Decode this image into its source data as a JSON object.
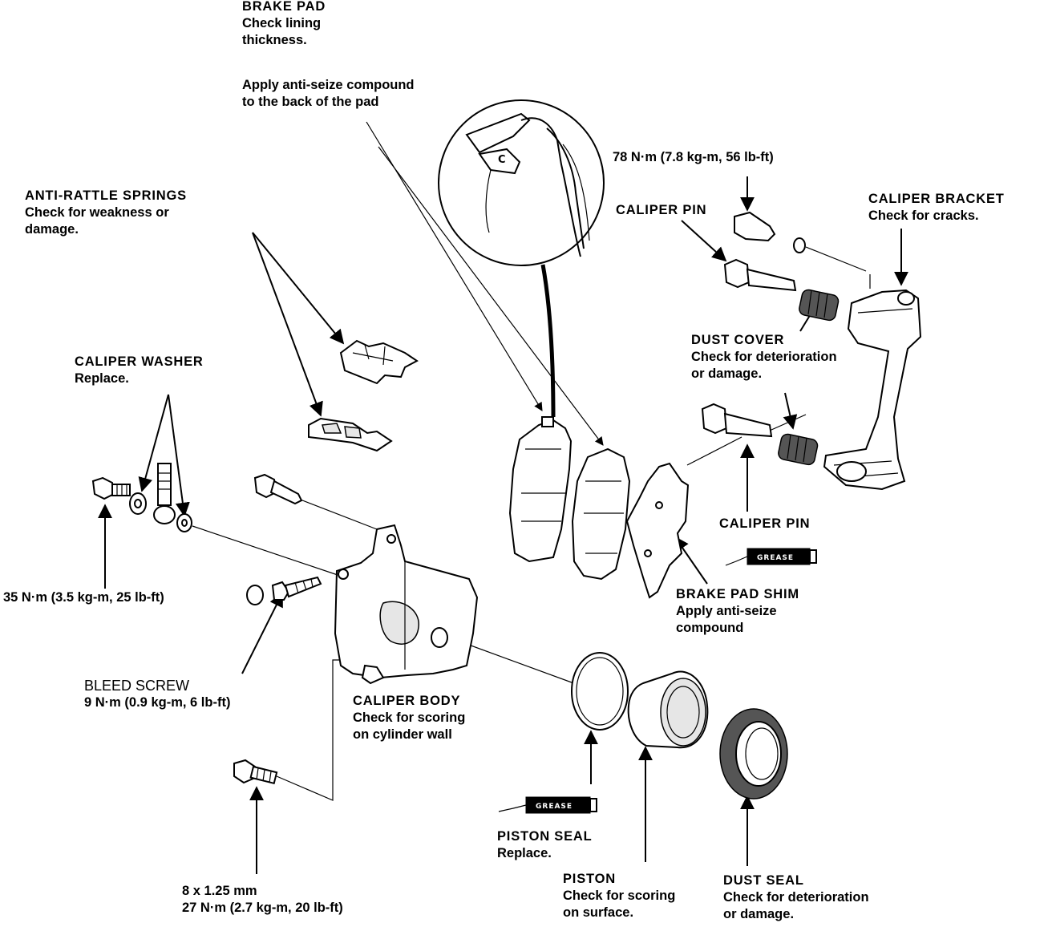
{
  "labels": {
    "brake_pad": {
      "title": "BRAKE PAD",
      "line1": "Check lining",
      "line2": "thickness."
    },
    "anti_seize_pad": {
      "line1": "Apply anti-seize compound",
      "line2": "to the back of the pad"
    },
    "torque_78": {
      "text": "78 N·m (7.8 kg-m, 56 lb-ft)"
    },
    "caliper_bracket": {
      "title": "CALIPER BRACKET",
      "line1": "Check for cracks."
    },
    "caliper_pin_top": {
      "title": "CALIPER PIN"
    },
    "anti_rattle": {
      "title": "ANTI-RATTLE SPRINGS",
      "line1": "Check for weakness or",
      "line2": "damage."
    },
    "dust_cover": {
      "title": "DUST COVER",
      "line1": "Check for deterioration",
      "line2": "or damage."
    },
    "caliper_washer": {
      "title": "CALIPER WASHER",
      "line1": "Replace."
    },
    "caliper_pin_bottom": {
      "title": "CALIPER PIN"
    },
    "brake_pad_shim": {
      "title": "BRAKE PAD SHIM",
      "line1": "Apply anti-seize",
      "line2": "compound"
    },
    "torque_35": {
      "text": "35 N·m (3.5 kg-m, 25 lb-ft)"
    },
    "bleed_screw": {
      "title": "BLEED SCREW",
      "line1": "9 N·m (0.9 kg-m, 6 lb-ft)"
    },
    "caliper_body": {
      "title": "CALIPER BODY",
      "line1": "Check for scoring",
      "line2": "on cylinder wall"
    },
    "piston_seal": {
      "title": "PISTON SEAL",
      "line1": "Replace."
    },
    "piston": {
      "title": "PISTON",
      "line1": "Check for scoring",
      "line2": "on surface."
    },
    "dust_seal": {
      "title": "DUST SEAL",
      "line1": "Check for deterioration",
      "line2": "or damage."
    },
    "bolt_spec": {
      "line1": "8 x 1.25 mm",
      "line2": "27 N·m (2.7 kg-m, 20 lb-ft)"
    }
  },
  "grease_tube_label": "GREASE",
  "callout_letter": "C"
}
